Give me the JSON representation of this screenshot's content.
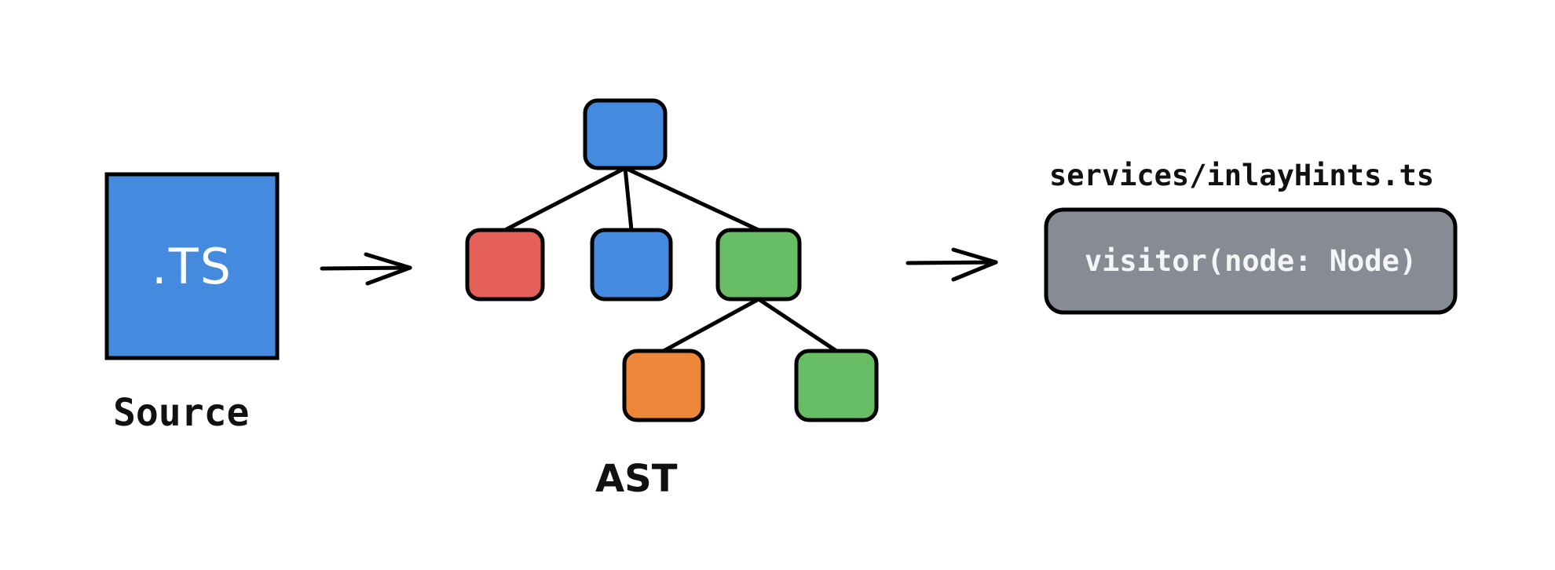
{
  "diagram": {
    "source": {
      "file_badge": ".TS",
      "label": "Source",
      "color": "#448bdf"
    },
    "ast": {
      "label": "AST",
      "nodes": [
        {
          "id": "root",
          "color": "#448bdf",
          "parent": null
        },
        {
          "id": "child-1",
          "color": "#e6605a",
          "parent": "root"
        },
        {
          "id": "child-2",
          "color": "#448bdf",
          "parent": "root"
        },
        {
          "id": "child-3",
          "color": "#66bd64",
          "parent": "root"
        },
        {
          "id": "grandchild-1",
          "color": "#ee8639",
          "parent": "child-3"
        },
        {
          "id": "grandchild-2",
          "color": "#66bd64",
          "parent": "child-3"
        }
      ]
    },
    "visitor": {
      "file_label": "services/inlayHints.ts",
      "code": "visitor(node: Node)",
      "color": "#878c94"
    },
    "stroke_color": "#000000"
  }
}
